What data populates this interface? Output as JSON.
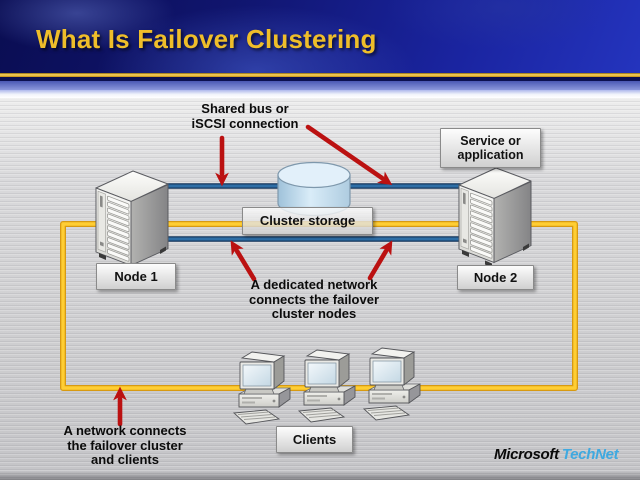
{
  "header": {
    "title": "What Is Failover Clustering",
    "title_color": "#EFBE2A"
  },
  "diagram": {
    "boxes": {
      "node1": "Node 1",
      "node2": "Node 2",
      "cluster_storage": "Cluster storage",
      "service_or_application": "Service or\napplication",
      "clients": "Clients"
    },
    "annotations": {
      "shared_bus": "Shared bus or\niSCSI connection",
      "dedicated_network": "A dedicated network\nconnects the failover\ncluster nodes",
      "client_network": "A network connects\nthe failover cluster\nand clients"
    },
    "colors": {
      "storage_bus_line": "#2E6EA6",
      "storage_bus_line_edge": "#14365C",
      "client_network_line": "#FFCE33",
      "client_network_line_edge": "#D79A12",
      "arrow_red": "#BB1111",
      "storage_cylinder_fill": "#CBE2F2"
    },
    "icons": [
      "server-tower-icon",
      "storage-cylinder-icon",
      "client-computer-icon",
      "red-arrow-icon"
    ]
  },
  "footer": {
    "brand_primary": "Microsoft",
    "brand_secondary": "TechNet",
    "brand_secondary_color": "#3FA9E0"
  }
}
